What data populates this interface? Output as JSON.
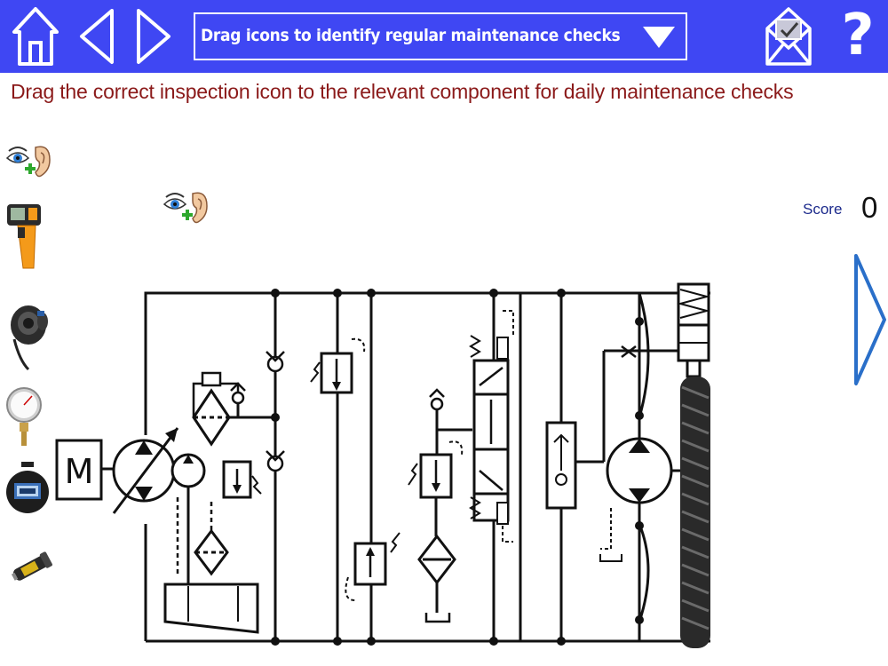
{
  "header": {
    "title": "Drag icons to identify regular maintenance checks",
    "buttons": {
      "home": "home-icon",
      "back": "arrow-left-icon",
      "forward": "arrow-right-icon",
      "dropdown": "dropdown-caret-icon",
      "email": "email-icon",
      "help": "?"
    }
  },
  "instruction": "Drag the correct inspection icon to the relevant component for daily maintenance checks",
  "palette": [
    {
      "name": "eye-ear-inspection-icon"
    },
    {
      "name": "infrared-thermometer-icon"
    },
    {
      "name": "respirator-mask-icon"
    },
    {
      "name": "pressure-gauge-icon"
    },
    {
      "name": "stopwatch-icon"
    },
    {
      "name": "flashlight-icon"
    }
  ],
  "dragged_icon": "eye-ear-inspection-icon",
  "score": {
    "label": "Score",
    "value": "0"
  },
  "schematic": {
    "motor_label": "M"
  },
  "colors": {
    "topbar": "#3f47f3",
    "instruction": "#8b1a1a",
    "score_label": "#1c2a8c",
    "next_arrow": "#2a6fc9"
  }
}
